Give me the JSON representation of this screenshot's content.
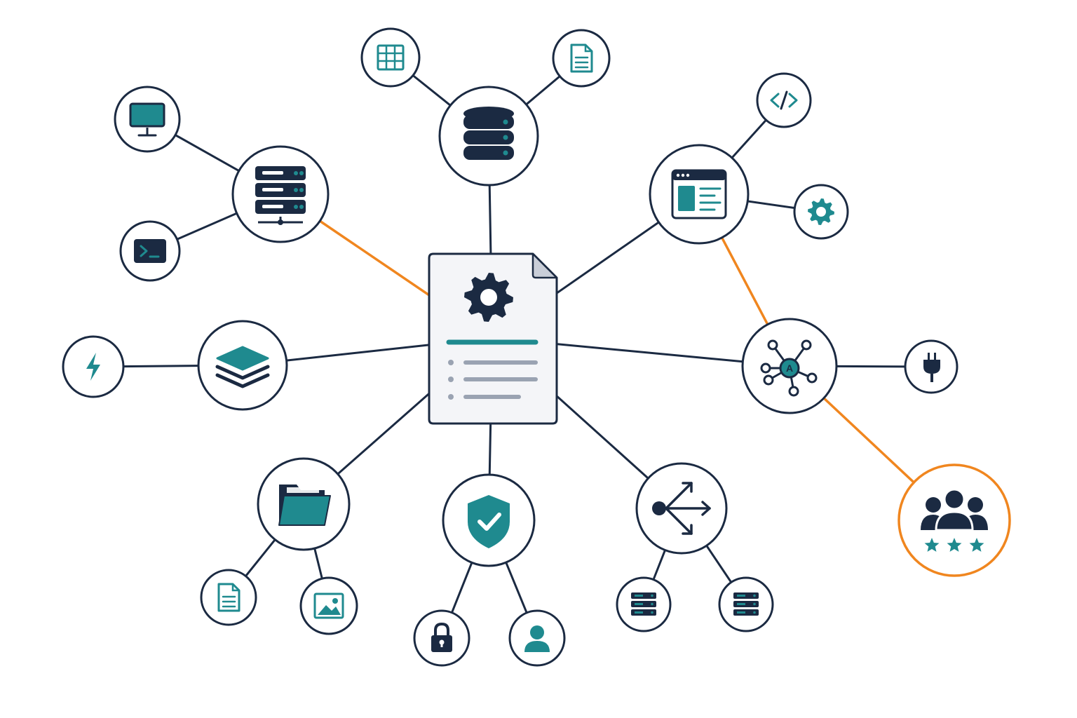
{
  "colors": {
    "navy": "#1b2a42",
    "teal": "#1f8a8f",
    "accent": "#f0861f",
    "gray": "#9aa3b2",
    "paper": "#f4f5f8",
    "white": "#ffffff"
  },
  "hub": {
    "icon": "gear-icon",
    "kind": "configuration-document"
  },
  "nodes": [
    {
      "id": "storage-server",
      "icon": "server-rack-icon"
    },
    {
      "id": "monitor",
      "icon": "monitor-icon"
    },
    {
      "id": "terminal",
      "icon": "terminal-icon"
    },
    {
      "id": "database",
      "icon": "database-icon"
    },
    {
      "id": "table",
      "icon": "table-grid-icon"
    },
    {
      "id": "document-top",
      "icon": "document-icon"
    },
    {
      "id": "web-app",
      "icon": "browser-window-icon"
    },
    {
      "id": "code",
      "icon": "code-brackets-icon"
    },
    {
      "id": "settings",
      "icon": "small-gear-icon"
    },
    {
      "id": "layers",
      "icon": "layers-icon"
    },
    {
      "id": "power",
      "icon": "lightning-icon"
    },
    {
      "id": "network",
      "icon": "network-nodes-icon",
      "label": "A"
    },
    {
      "id": "plugin",
      "icon": "plug-icon"
    },
    {
      "id": "team",
      "icon": "team-rating-icon",
      "highlight": true
    },
    {
      "id": "files",
      "icon": "folder-icon"
    },
    {
      "id": "doc-bottom",
      "icon": "document-icon"
    },
    {
      "id": "image",
      "icon": "image-icon"
    },
    {
      "id": "security",
      "icon": "shield-check-icon"
    },
    {
      "id": "lock",
      "icon": "padlock-icon"
    },
    {
      "id": "user",
      "icon": "user-icon"
    },
    {
      "id": "distribution",
      "icon": "share-arrows-icon"
    },
    {
      "id": "server-a",
      "icon": "server-small-icon"
    },
    {
      "id": "server-b",
      "icon": "server-small-icon"
    }
  ],
  "edges": [
    {
      "from": "hub",
      "to": "storage-server",
      "highlight": true
    },
    {
      "from": "storage-server",
      "to": "monitor"
    },
    {
      "from": "storage-server",
      "to": "terminal"
    },
    {
      "from": "hub",
      "to": "database"
    },
    {
      "from": "database",
      "to": "table"
    },
    {
      "from": "database",
      "to": "document-top"
    },
    {
      "from": "hub",
      "to": "web-app"
    },
    {
      "from": "web-app",
      "to": "code"
    },
    {
      "from": "web-app",
      "to": "settings"
    },
    {
      "from": "web-app",
      "to": "network",
      "highlight": true
    },
    {
      "from": "hub",
      "to": "layers"
    },
    {
      "from": "layers",
      "to": "power"
    },
    {
      "from": "hub",
      "to": "network"
    },
    {
      "from": "network",
      "to": "plugin"
    },
    {
      "from": "network",
      "to": "team",
      "highlight": true
    },
    {
      "from": "hub",
      "to": "files"
    },
    {
      "from": "files",
      "to": "doc-bottom"
    },
    {
      "from": "files",
      "to": "image"
    },
    {
      "from": "hub",
      "to": "security"
    },
    {
      "from": "security",
      "to": "lock"
    },
    {
      "from": "security",
      "to": "user"
    },
    {
      "from": "hub",
      "to": "distribution"
    },
    {
      "from": "distribution",
      "to": "server-a"
    },
    {
      "from": "distribution",
      "to": "server-b"
    }
  ]
}
